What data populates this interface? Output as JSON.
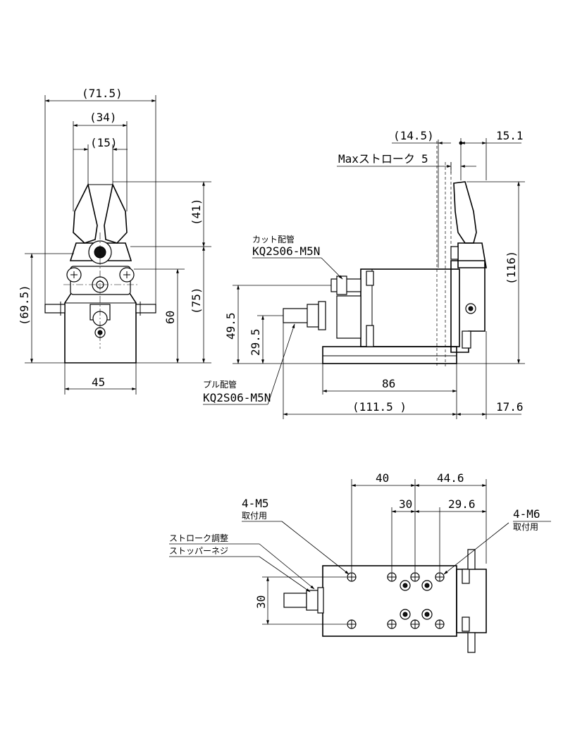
{
  "front_view": {
    "dim_width_overall": "(71.5)",
    "dim_width_jaw": "(34)",
    "dim_width_tip": "(15)",
    "dim_height_blade": "(41)",
    "dim_height_total": "(69.5)",
    "dim_height_60": "60",
    "dim_height_75": "(75)",
    "dim_base_width": "45"
  },
  "side_view": {
    "dim_14_5": "(14.5)",
    "dim_15_1": "15.1",
    "max_stroke_label": "Maxストローク",
    "max_stroke_value": "5",
    "dim_height_116": "(116)",
    "dim_49_5": "49.5",
    "dim_29_5": "29.5",
    "dim_86": "86",
    "dim_111_5": "(111.5 )",
    "dim_17_6": "17.6",
    "cut_port_label": "カット配管",
    "cut_port_part": "KQ2S06-M5N",
    "pull_port_label": "プル配管",
    "pull_port_part": "KQ2S06-M5N"
  },
  "bottom_view": {
    "dim_40": "40",
    "dim_44_6": "44.6",
    "dim_30_top": "30",
    "dim_29_6": "29.6",
    "dim_30_side": "30",
    "m5_label": "4-M5",
    "m5_note": "取付用",
    "m6_label": "4-M6",
    "m6_note": "取付用",
    "stopper_label_1": "ストローク調整",
    "stopper_label_2": "ストッパーネジ"
  }
}
